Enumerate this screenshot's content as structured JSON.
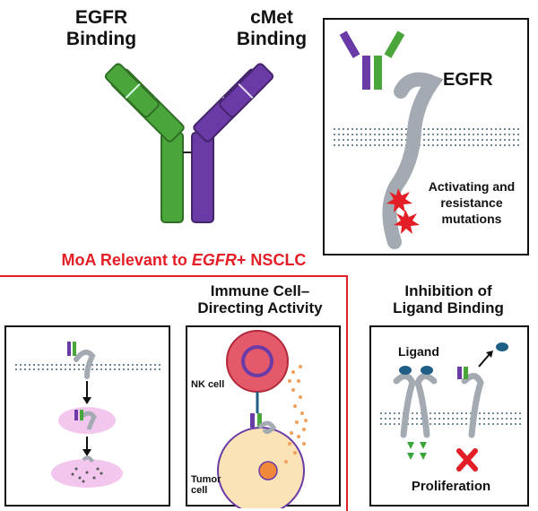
{
  "top_labels": {
    "egfr_binding_line1": "EGFR",
    "egfr_binding_line2": "Binding",
    "cmet_binding_line1": "cMet",
    "cmet_binding_line2": "Binding"
  },
  "egfr_panel": {
    "receptor_label": "EGFR",
    "mutations_line1": "Activating and",
    "mutations_line2": "resistance",
    "mutations_line3": "mutations"
  },
  "moa_banner": {
    "prefix": "MoA Relevant to ",
    "italic": "EGFR",
    "suffix": "+ NSCLC"
  },
  "immune_panel": {
    "title_line1": "Immune Cell–",
    "title_line2": "Directing Activity",
    "nk_label": "NK cell",
    "tumor_line1": "Tumor",
    "tumor_line2": "cell"
  },
  "ligand_panel": {
    "title_line1": "Inhibition of",
    "title_line2": "Ligand Binding",
    "ligand_label": "Ligand",
    "proliferation_label": "Proliferation"
  },
  "colors": {
    "egfr_arm": "#4aa63a",
    "cmet_arm": "#6a3ba6",
    "receptor": "#a4aab2",
    "accent_red": "#e41e26",
    "nk_cell": "#e45a6a",
    "tumor_cell": "#fbe3b8",
    "endosome": "#f3c6ee",
    "ligand": "#1f5f86"
  }
}
